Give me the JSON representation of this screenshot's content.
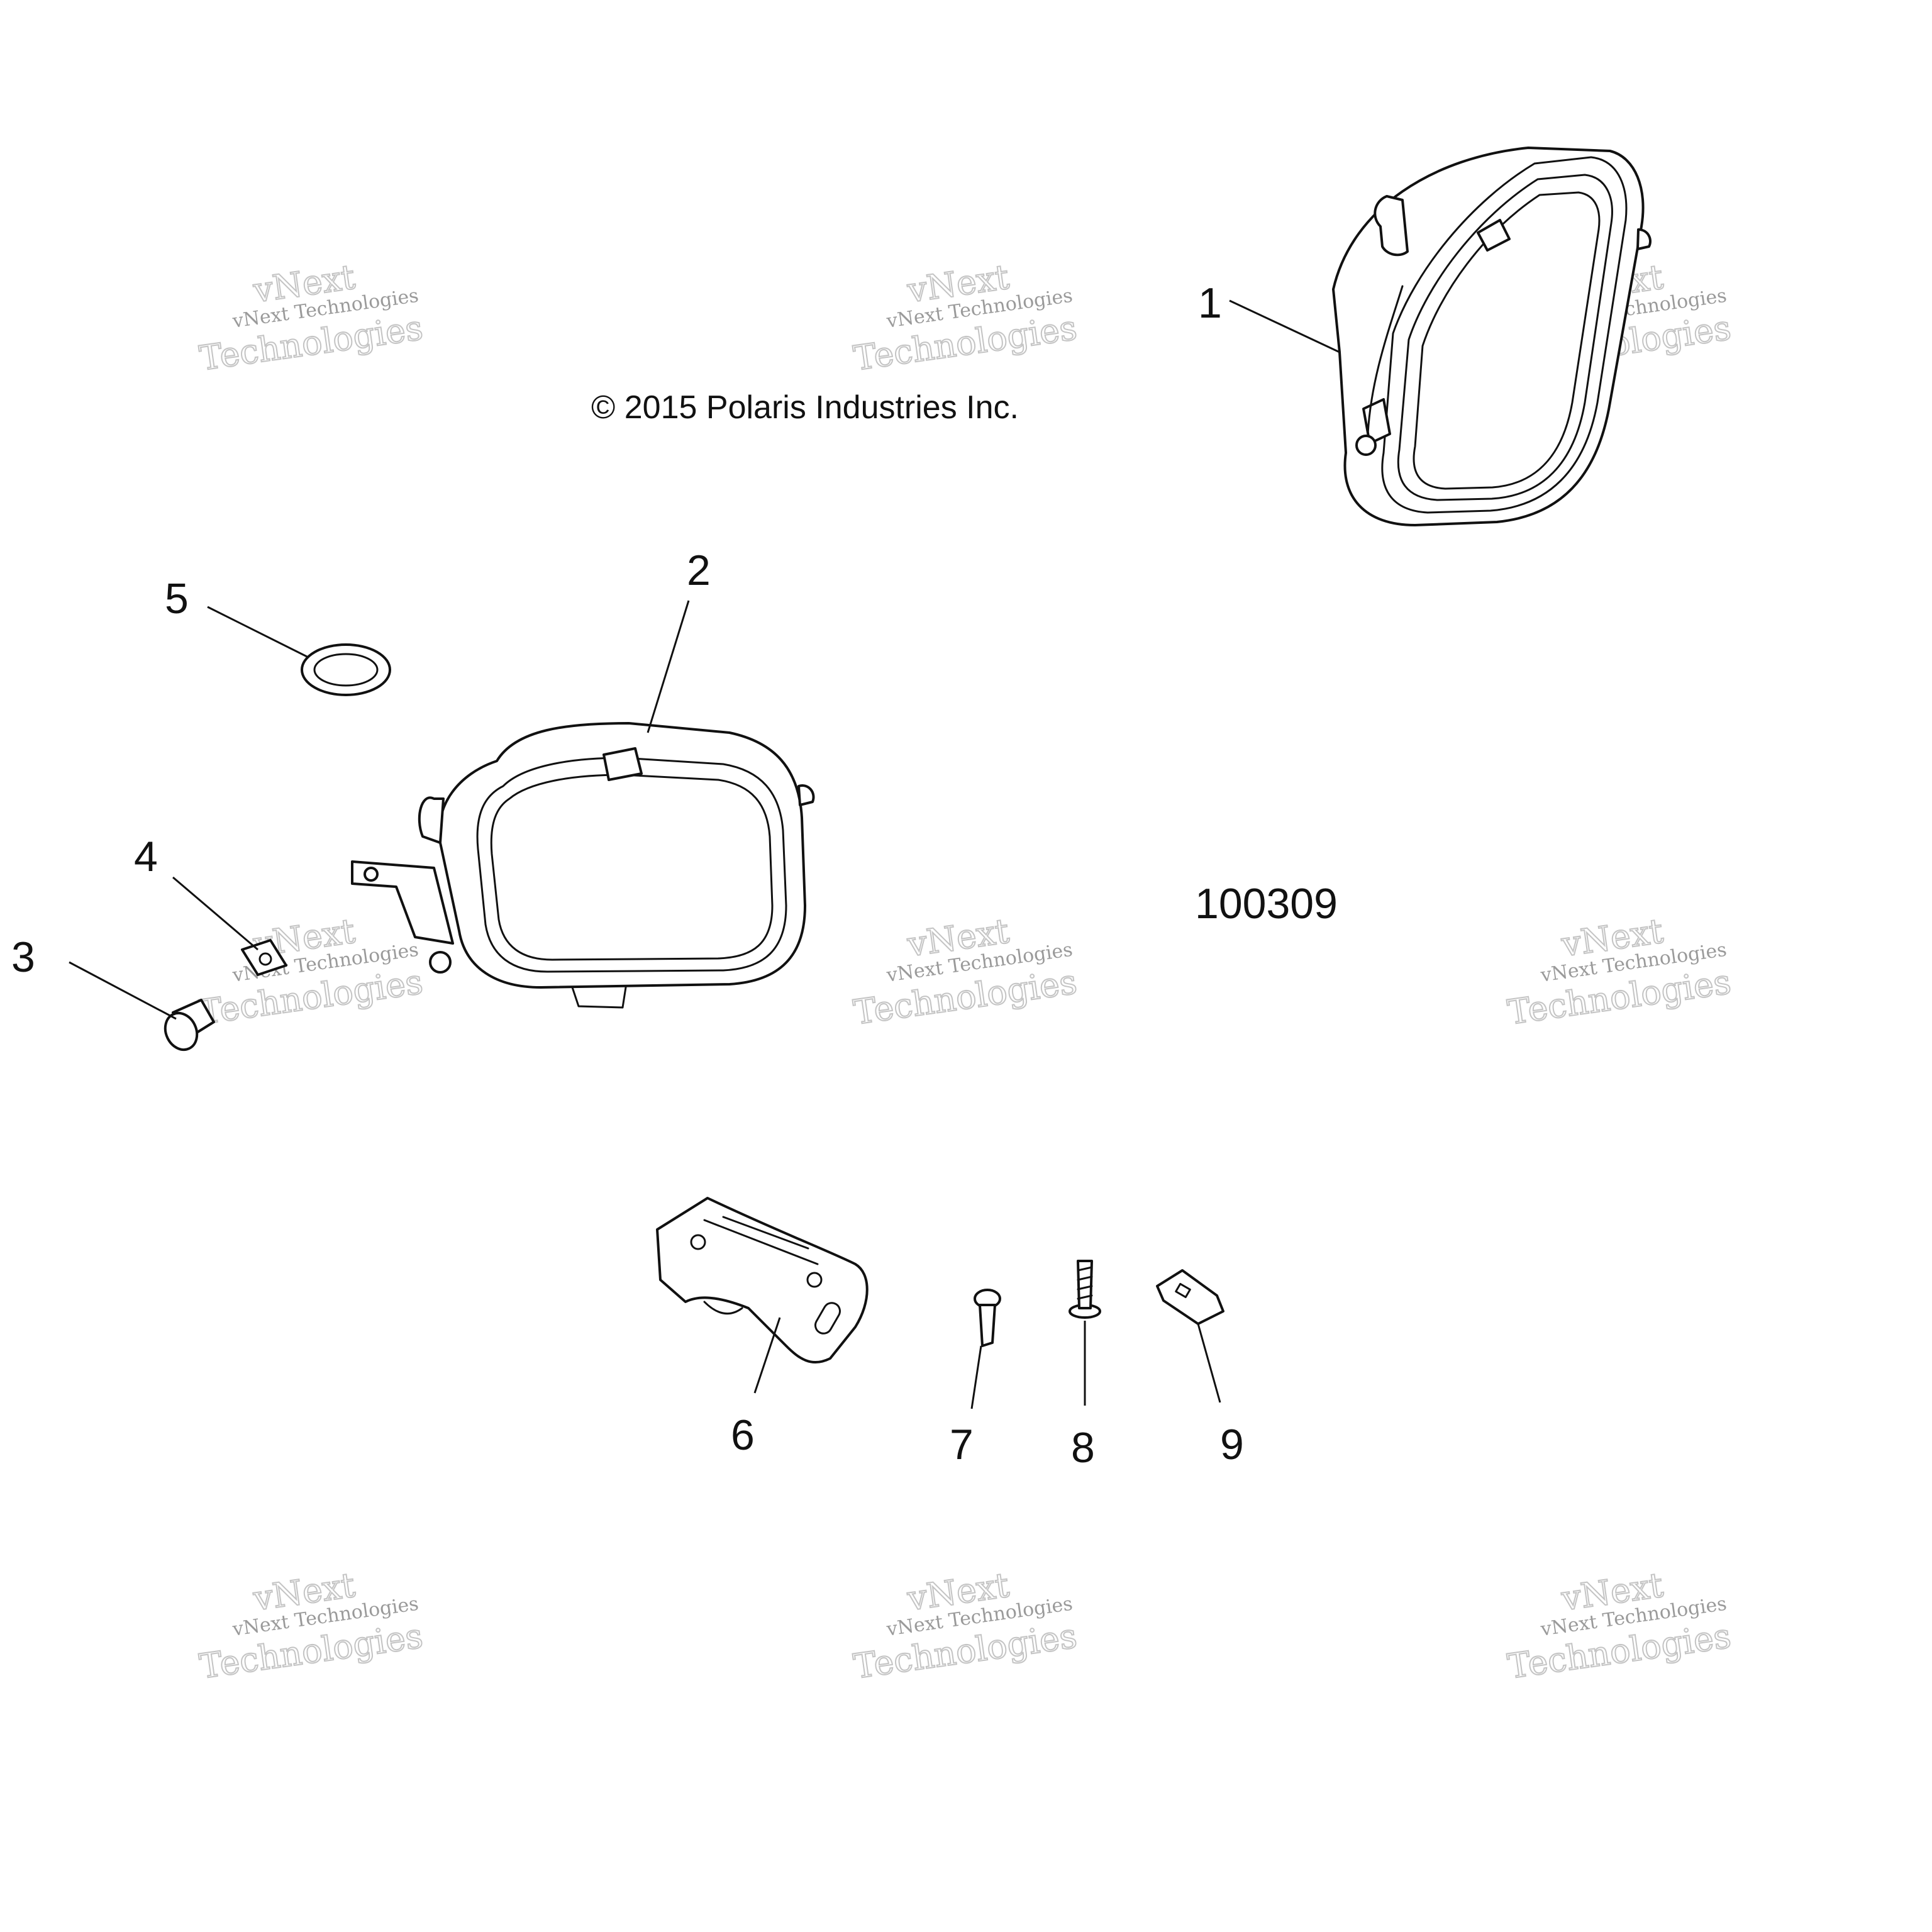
{
  "copyright": "© 2015 Polaris Industries Inc.",
  "figure_number": "100309",
  "watermark": {
    "line1": "vNext Technologies",
    "line2": "vNext",
    "line3": "Technologies"
  },
  "callouts": [
    {
      "id": "1",
      "part": "headlight-assembly-right"
    },
    {
      "id": "2",
      "part": "headlight-assembly-left"
    },
    {
      "id": "3",
      "part": "screw"
    },
    {
      "id": "4",
      "part": "nut-clip"
    },
    {
      "id": "5",
      "part": "o-ring"
    },
    {
      "id": "6",
      "part": "mounting-bracket"
    },
    {
      "id": "7",
      "part": "rivet"
    },
    {
      "id": "8",
      "part": "screw"
    },
    {
      "id": "9",
      "part": "clip"
    }
  ]
}
